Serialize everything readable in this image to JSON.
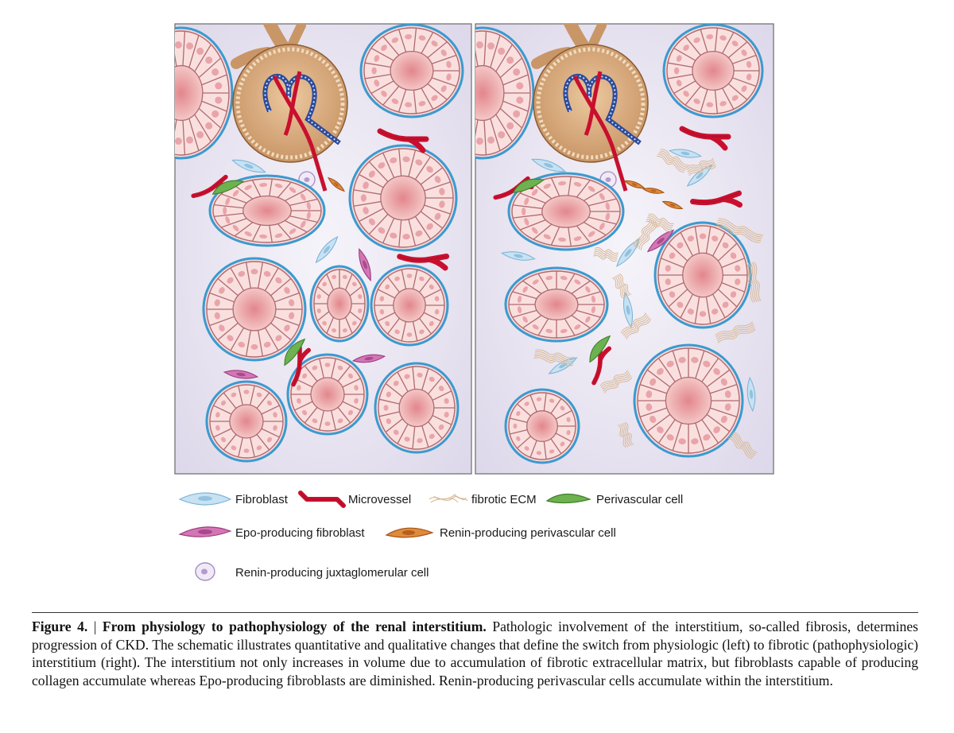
{
  "legend": {
    "fibroblast": "Fibroblast",
    "microvessel": "Microvessel",
    "fibrotic_ecm": "fibrotic ECM",
    "perivascular_cell": "Perivascular cell",
    "epo_fibroblast": "Epo-producing fibroblast",
    "renin_perivascular": "Renin-producing perivascular cell",
    "renin_jg": "Renin-producing juxtaglomerular cell"
  },
  "caption": {
    "label": "Figure 4.",
    "separator": " | ",
    "title": "From physiology to pathophysiology of the renal interstitium.",
    "body": " Pathologic involvement of the interstitium, so-called fibrosis, determines progression of CKD. The schematic illustrates quantitative and qualitative changes that define the switch from physiologic (left) to fibrotic (pathophysiologic) interstitium (right). The interstitium not only increases in volume due to accumulation of fibrotic extracellular matrix, but fibroblasts capable of producing collagen accumulate whereas Epo-producing fibroblasts are diminished. Renin-producing perivascular cells accumulate within the interstitium."
  },
  "colors": {
    "panel_bg": "#ece8f4",
    "tubule_border": "#3a9ad0",
    "tubule_fill": "#f6d3d2",
    "fibroblast": "#9fcbe6",
    "microvessel": "#c8102e",
    "ecm": "#d9b896",
    "perivascular": "#4e9a3a",
    "epo_fibroblast": "#c2559c",
    "renin_perivascular": "#d2691e",
    "glomerulus": "#d8ac7e"
  }
}
